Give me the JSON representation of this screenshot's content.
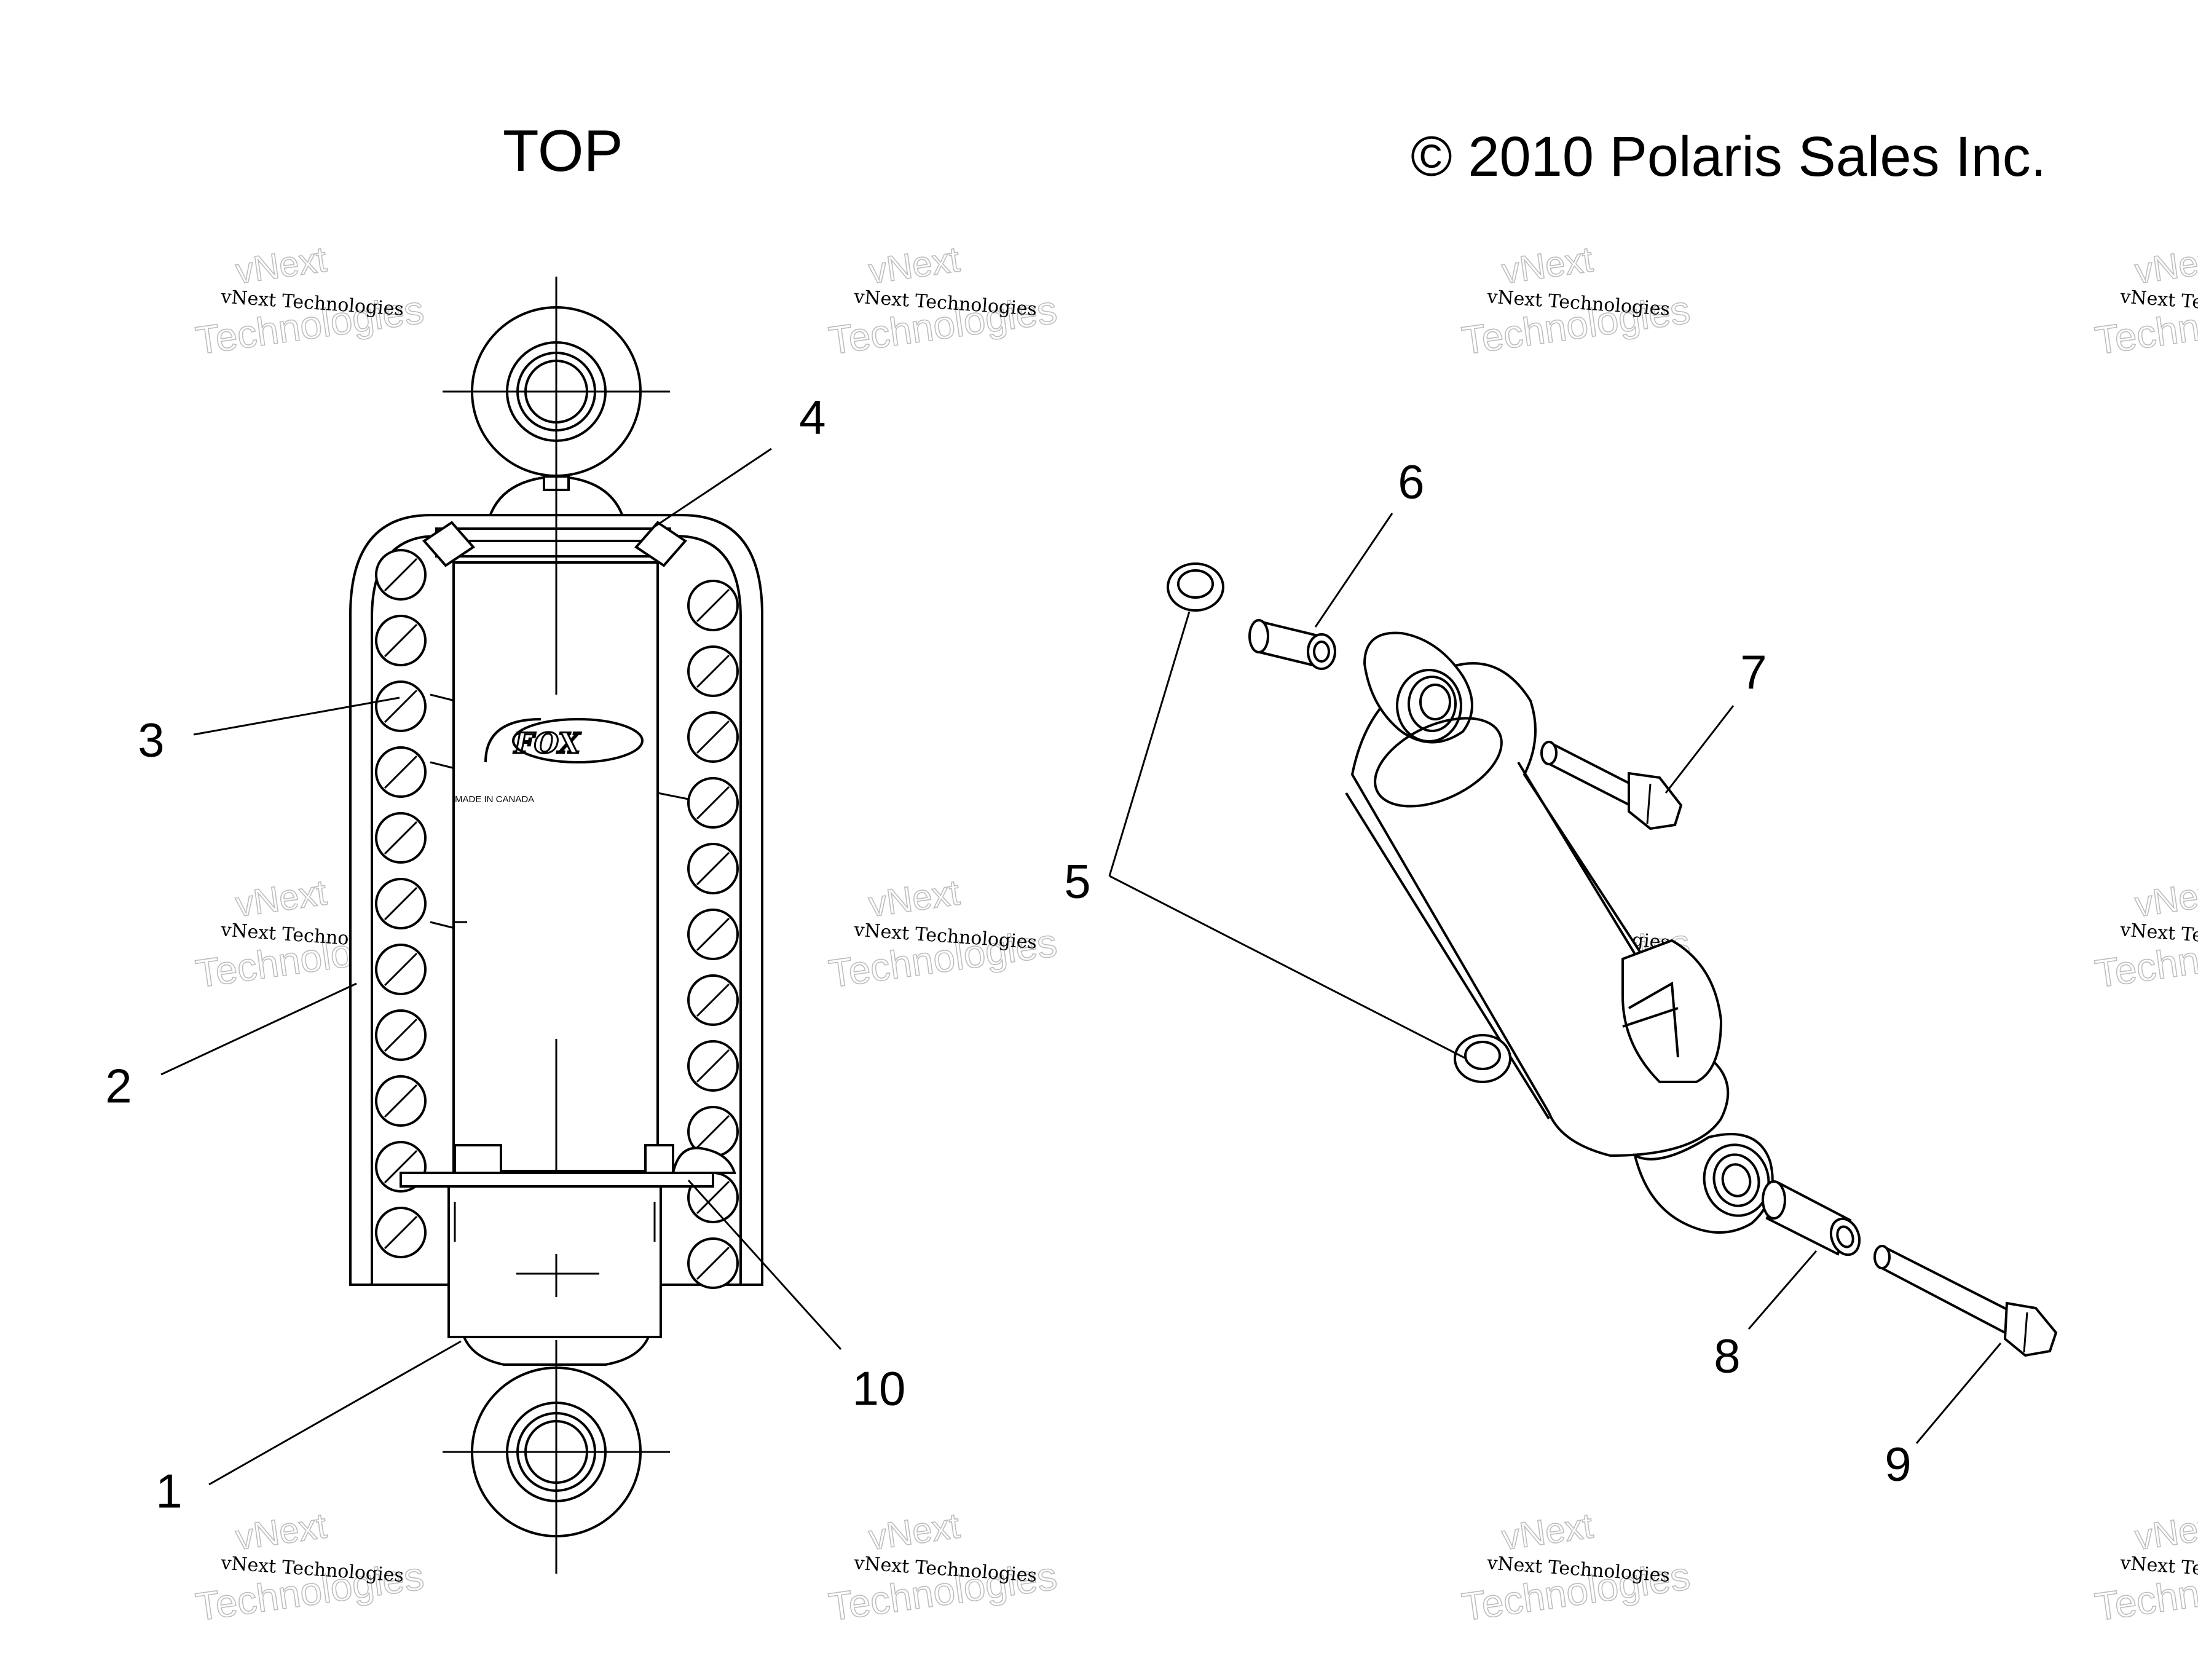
{
  "heading": "TOP",
  "copyright": "© 2010 Polaris Sales Inc.",
  "shock_label": {
    "made_in": "MADE IN CANADA"
  },
  "watermark": {
    "line1": "vNext Technologies",
    "line2": "vNext",
    "line3": "Technologies"
  },
  "callouts": [
    {
      "number": "1"
    },
    {
      "number": "2"
    },
    {
      "number": "3"
    },
    {
      "number": "4"
    },
    {
      "number": "5"
    },
    {
      "number": "6"
    },
    {
      "number": "7"
    },
    {
      "number": "8"
    },
    {
      "number": "9"
    },
    {
      "number": "10"
    }
  ]
}
